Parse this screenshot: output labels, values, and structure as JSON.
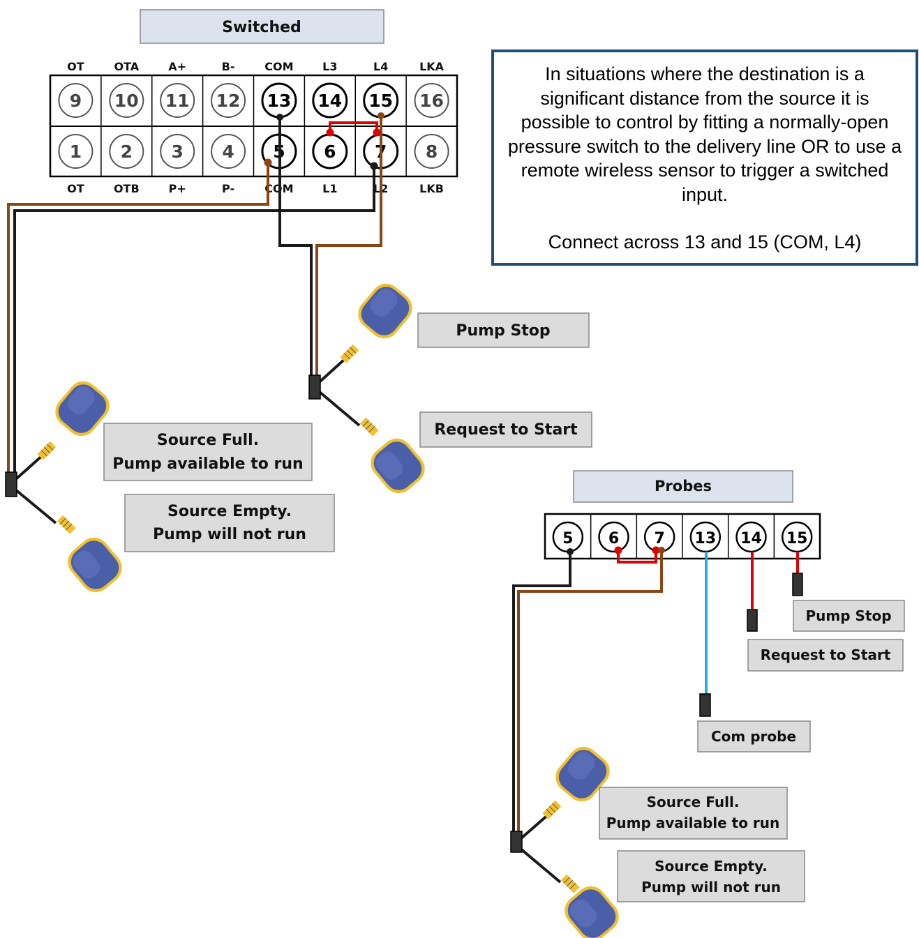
{
  "switched": {
    "title": "Switched",
    "top_labels": [
      "OT",
      "OTA",
      "A+",
      "B-",
      "COM",
      "L3",
      "L4",
      "LKA"
    ],
    "top_numbers": [
      "9",
      "10",
      "11",
      "12",
      "13",
      "14",
      "15",
      "16"
    ],
    "bottom_numbers": [
      "1",
      "2",
      "3",
      "4",
      "5",
      "6",
      "7",
      "8"
    ],
    "bottom_labels": [
      "OT",
      "OTB",
      "P+",
      "P-",
      "COM",
      "L1",
      "L2",
      "LKB"
    ]
  },
  "info": {
    "line1": "In situations where the destination is a significant distance from the source it is possible to control by fitting a normally-open pressure switch to the delivery line OR to use a remote wireless sensor to trigger a switched input.",
    "line2": "Connect across 13 and 15  (COM, L4)"
  },
  "labels": {
    "pump_stop": "Pump Stop",
    "request_to_start": "Request to Start",
    "source_full_1": "Source Full.",
    "source_full_2": "Pump available to run",
    "source_empty_1": "Source Empty.",
    "source_empty_2": "Pump will not run"
  },
  "probes": {
    "title": "Probes",
    "numbers": [
      "5",
      "6",
      "7",
      "13",
      "14",
      "15"
    ],
    "pump_stop": "Pump Stop",
    "request_to_start": "Request to Start",
    "com_probe": "Com probe",
    "source_full_1": "Source Full.",
    "source_full_2": "Pump available to run",
    "source_empty_1": "Source Empty.",
    "source_empty_2": "Pump will not run"
  },
  "colors": {
    "wire_black": "#1a1a1a",
    "wire_brown": "#8b4513",
    "wire_red": "#e00000",
    "wire_blue": "#29aae1",
    "float_blue": "#4a5fa8",
    "float_rim": "#f0c030",
    "label_bg": "#dcdcdc",
    "title_bg": "#dde3ee",
    "info_border": "#1f4e79"
  }
}
